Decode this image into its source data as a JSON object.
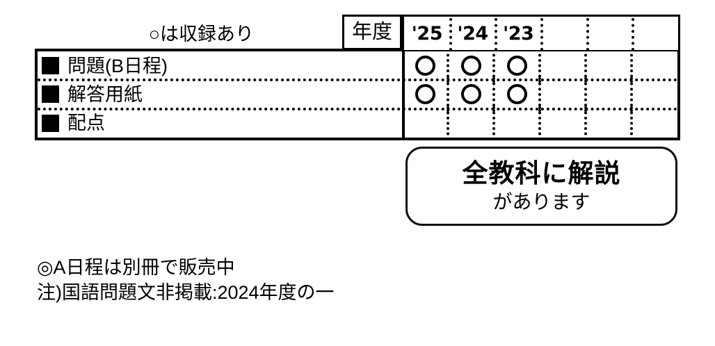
{
  "legend": {
    "caption": "○は収録あり",
    "circle_symbol": "○"
  },
  "table": {
    "year_header_label": "年度",
    "year_columns": [
      "'25",
      "'24",
      "'23",
      "",
      "",
      ""
    ],
    "rows": [
      {
        "bullet": "■",
        "label": "問題(B日程)",
        "marks": [
          "○",
          "○",
          "○",
          "",
          "",
          ""
        ]
      },
      {
        "bullet": "■",
        "label": "解答用紙",
        "marks": [
          "○",
          "○",
          "○",
          "",
          "",
          ""
        ]
      },
      {
        "bullet": "■",
        "label": "配点",
        "marks": [
          "",
          "",
          "",
          "",
          "",
          ""
        ]
      }
    ]
  },
  "callout": {
    "line1": "全教科に解説",
    "line2": "があります"
  },
  "footnotes": [
    "◎A日程は別冊で販売中",
    "注)国語問題文非掲載:2024年度の一"
  ],
  "colors": {
    "ink": "#000000",
    "paper": "#ffffff"
  }
}
